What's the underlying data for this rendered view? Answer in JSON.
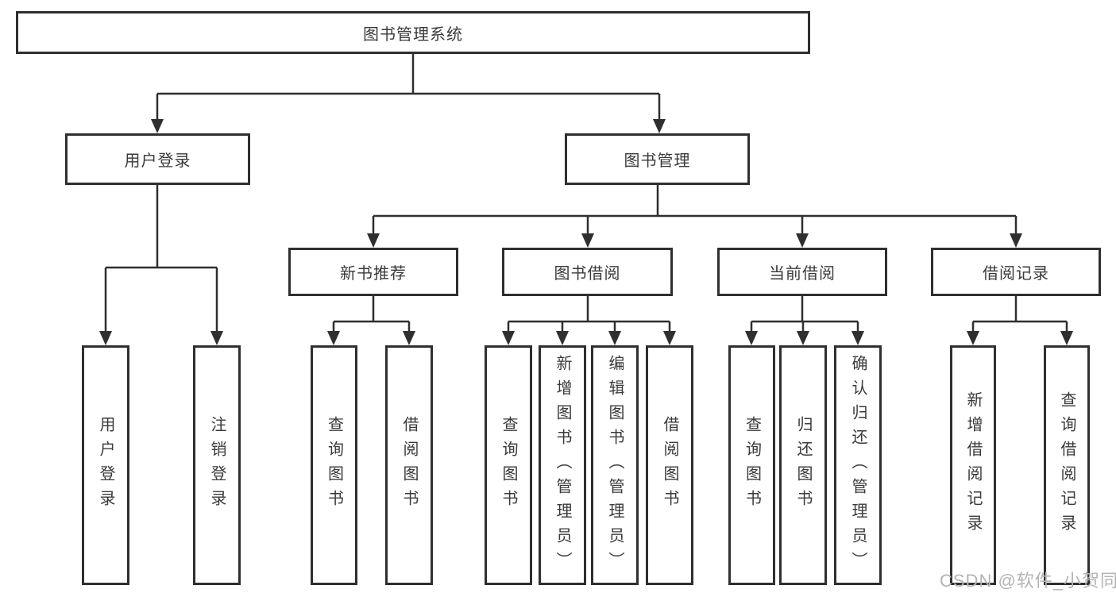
{
  "diagram": {
    "root": {
      "label": "图书管理系统"
    },
    "level2": [
      {
        "label": "用户登录"
      },
      {
        "label": "图书管理"
      }
    ],
    "level3": [
      {
        "label": "新书推荐"
      },
      {
        "label": "图书借阅"
      },
      {
        "label": "当前借阅"
      },
      {
        "label": "借阅记录"
      }
    ],
    "leaves": [
      {
        "label": "用户登录"
      },
      {
        "label": "注销登录"
      },
      {
        "label": "查询图书"
      },
      {
        "label": "借阅图书"
      },
      {
        "label": "查询图书"
      },
      {
        "label": "新增图书（管理员）"
      },
      {
        "label": "编辑图书（管理员）"
      },
      {
        "label": "借阅图书"
      },
      {
        "label": "查询图书"
      },
      {
        "label": "归还图书"
      },
      {
        "label": "确认归还（管理员）"
      },
      {
        "label": "新增借阅记录"
      },
      {
        "label": "查询借阅记录"
      }
    ],
    "watermark": "CSDN @软件_小贺同学",
    "colors": {
      "line": "#2f2f2f",
      "text": "#3a3a3a",
      "watermark": "#b4b4b4",
      "background": "#ffffff"
    }
  }
}
